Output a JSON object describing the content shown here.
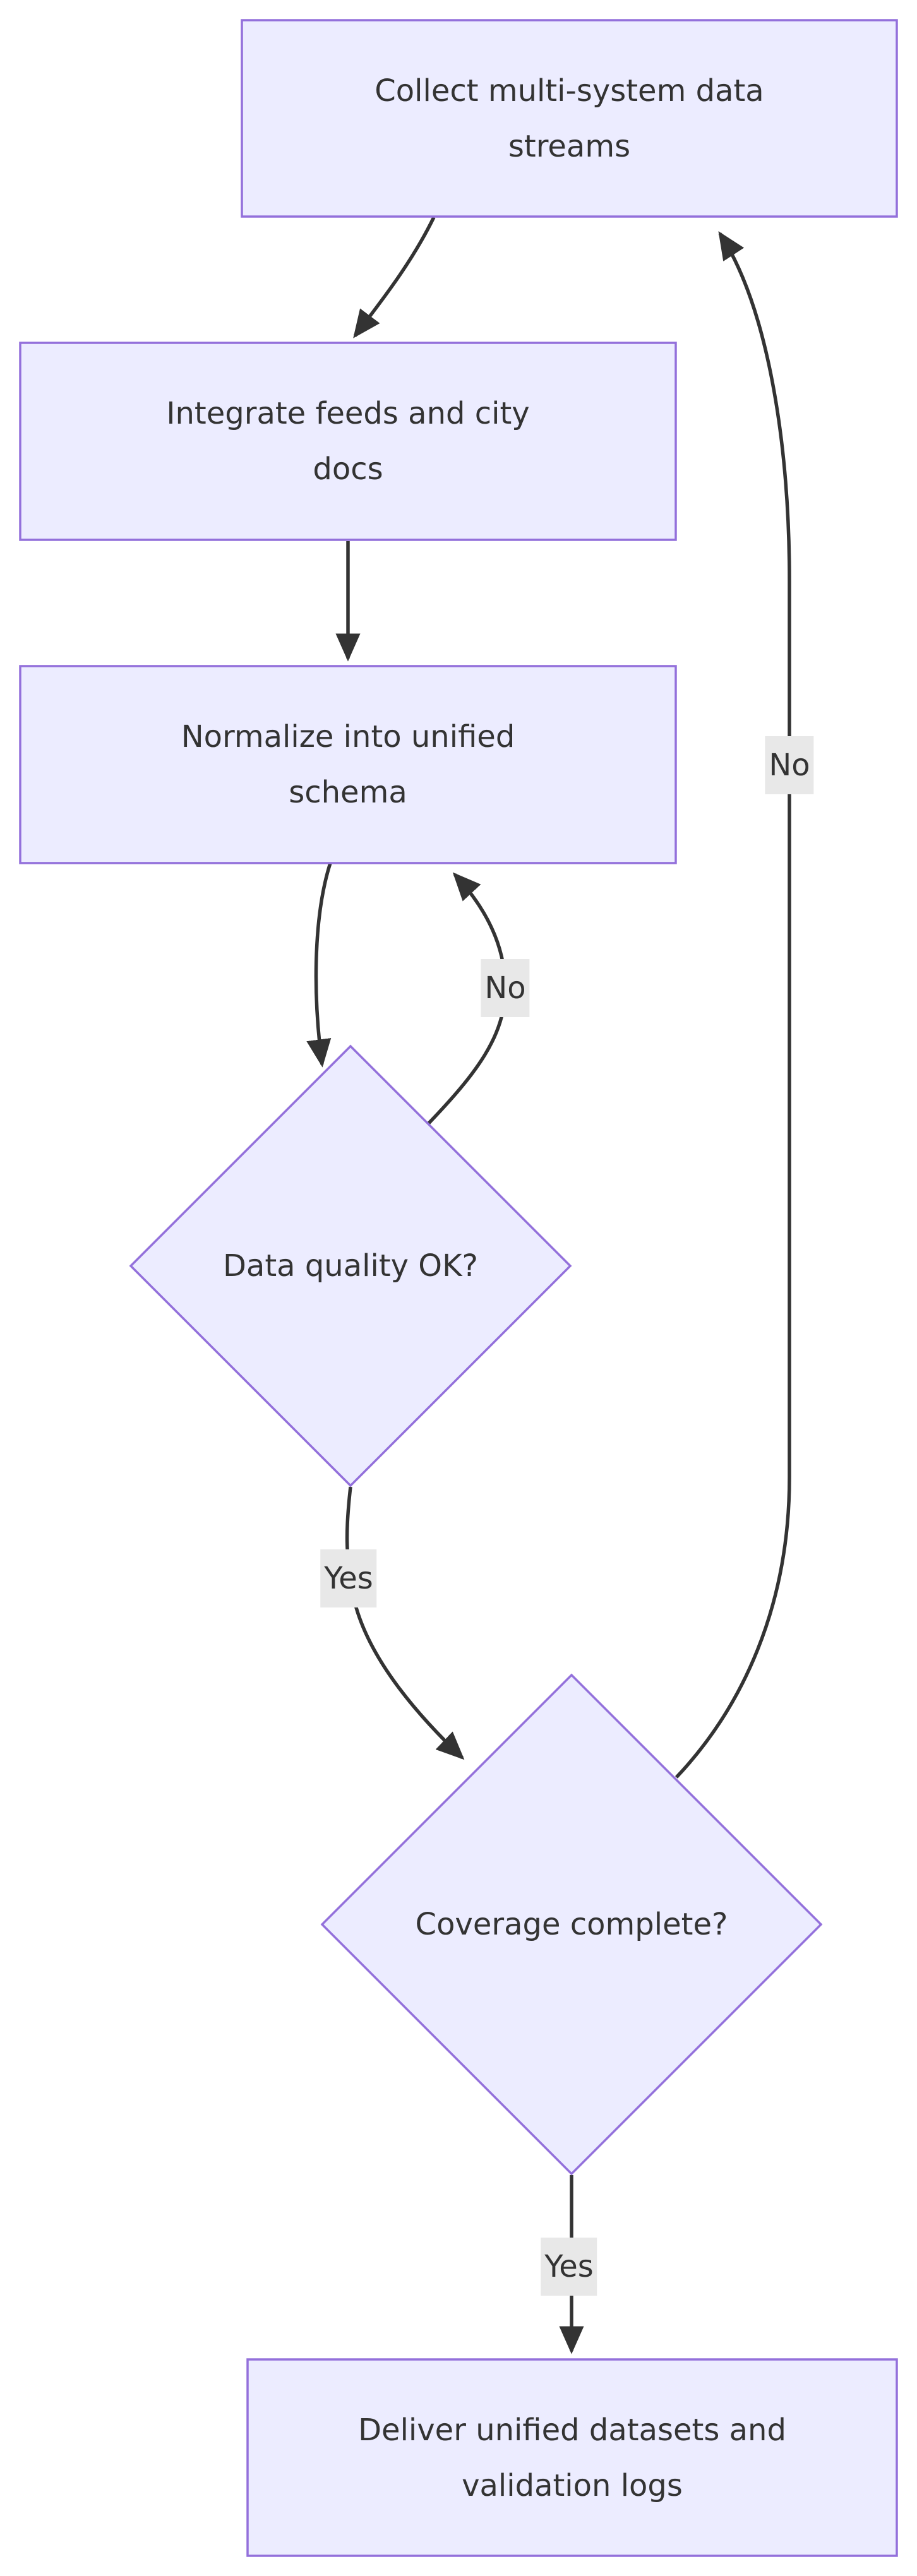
{
  "diagram": {
    "type": "flowchart",
    "direction": "top-down",
    "background": "#ffffff",
    "colors": {
      "node_fill": "#ECECFF",
      "node_border": "#9370DB",
      "edge_color": "#333333",
      "label_bg": "#e8e8e8",
      "text_color": "#333333"
    },
    "nodes": [
      {
        "id": "collect",
        "shape": "rectangle",
        "label": "Collect multi-system data streams"
      },
      {
        "id": "integrate",
        "shape": "rectangle",
        "label": "Integrate feeds and city docs"
      },
      {
        "id": "normalize",
        "shape": "rectangle",
        "label": "Normalize into unified schema"
      },
      {
        "id": "quality",
        "shape": "diamond",
        "label": "Data quality OK?"
      },
      {
        "id": "coverage",
        "shape": "diamond",
        "label": "Coverage complete?"
      },
      {
        "id": "deliver",
        "shape": "rectangle",
        "label": "Deliver unified datasets and validation logs"
      }
    ],
    "edges": [
      {
        "from": "collect",
        "to": "integrate",
        "label": ""
      },
      {
        "from": "integrate",
        "to": "normalize",
        "label": ""
      },
      {
        "from": "normalize",
        "to": "quality",
        "label": ""
      },
      {
        "from": "quality",
        "to": "normalize",
        "label": "No"
      },
      {
        "from": "quality",
        "to": "coverage",
        "label": "Yes"
      },
      {
        "from": "coverage",
        "to": "collect",
        "label": "No"
      },
      {
        "from": "coverage",
        "to": "deliver",
        "label": "Yes"
      }
    ]
  }
}
